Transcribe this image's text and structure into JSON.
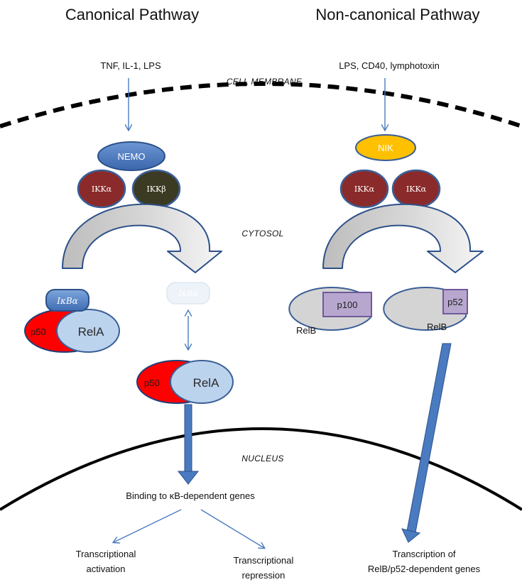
{
  "canonical": {
    "title": "Canonical Pathway",
    "stimuli": "TNF, IL-1, LPS",
    "nemo": "NEMO",
    "ikk_alpha": "IKKα",
    "ikk_beta": "IKKβ",
    "ikba": "IκBα",
    "ikba_degraded": "IκBα",
    "p50": "p50",
    "rela": "RelA",
    "p50_nuclear": "p50",
    "rela_nuclear": "RelA",
    "binding": "Binding to κB-dependent genes",
    "activation_line1": "Transcriptional",
    "activation_line2": "activation",
    "repression_line1": "Transcriptional",
    "repression_line2": "repression"
  },
  "noncanonical": {
    "title": "Non-canonical Pathway",
    "stimuli": "LPS, CD40, lymphotoxin",
    "nik": "NIK",
    "ikk_alpha_1": "IKKα",
    "ikk_alpha_2": "IKKα",
    "p100": "p100",
    "relb": "RelB",
    "p52": "p52",
    "relb_2": "RelB",
    "transcription_line1": "Transcription of",
    "transcription_line2": "RelB/p52-dependent genes"
  },
  "regions": {
    "membrane": "CELL MEMBRANE",
    "cytosol": "CYTOSOL",
    "nucleus": "NUCLEUS"
  },
  "colors": {
    "nemo": "#4a7bc0",
    "nik": "#ffc000",
    "ikk_alpha": "#8b2a2a",
    "ikk_beta": "#3b3a22",
    "p50": "#ff0000",
    "rela": "#bcd3ee",
    "p100_p52": "#b7a7cf",
    "relb": "#d4d4d4",
    "arrow": "#4a7bc0"
  }
}
